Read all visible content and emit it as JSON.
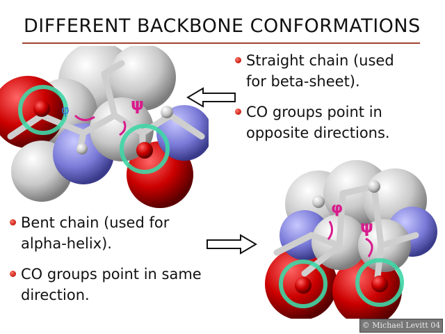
{
  "title": "DIFFERENT BACKBONE CONFORMATIONS",
  "top_bullets": [
    {
      "line1": "Straight chain (used",
      "line2": "for beta-sheet)."
    },
    {
      "line1": "CO groups point in",
      "line2": "opposite directions."
    }
  ],
  "bottom_bullets": [
    {
      "line1": "Bent chain (used for",
      "line2": "alpha-helix)."
    },
    {
      "line1": "CO groups point in same",
      "line2": "direction."
    }
  ],
  "angle_labels": {
    "phi": "φ",
    "psi": "ψ"
  },
  "credit": "© Michael Levitt 04",
  "colors": {
    "bullet": "#c41a10",
    "title_rule": "#a0442c",
    "oxygen": "#cc0000",
    "nitrogen": "#7a7ad8",
    "carbon": "#bdbdbd",
    "highlight_ring": "#3fd6a6",
    "angle_arrow": "#d81b8c"
  },
  "icons": [
    "left-arrow-icon",
    "right-arrow-icon"
  ]
}
